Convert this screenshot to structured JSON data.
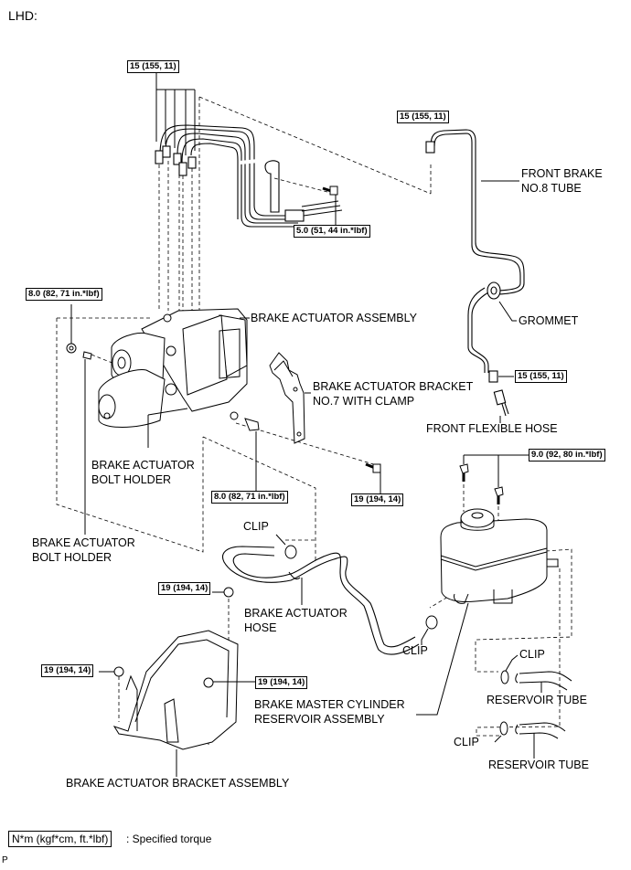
{
  "header": {
    "title": "LHD:"
  },
  "torque_specs": {
    "tube_union_top_left": "15 (155, 11)",
    "tube_union_top_right": "15 (155, 11)",
    "tube_clamp_bolt": "5.0 (51, 44 in.*lbf)",
    "bolt_holder_left": "8.0 (82, 71 in.*lbf)",
    "flexible_hose_union": "15 (155, 11)",
    "reservoir_bolts": "9.0 (92, 80 in.*lbf)",
    "bracket_no7_bolt": "19 (194, 14)",
    "bolt_holder_lower": "8.0 (82, 71 in.*lbf)",
    "bracket_nut_top": "19 (194, 14)",
    "bracket_nut_left": "19 (194, 14)",
    "bracket_nut_right": "19 (194, 14)"
  },
  "parts": {
    "front_brake_tube": "FRONT BRAKE\nNO.8 TUBE",
    "front_brake_tube_line1": "FRONT BRAKE",
    "front_brake_tube_line2": "NO.8 TUBE",
    "grommet": "GROMMET",
    "brake_actuator_assembly": "BRAKE ACTUATOR ASSEMBLY",
    "bracket_no7_line1": "BRAKE ACTUATOR BRACKET",
    "bracket_no7_line2": "NO.7 WITH CLAMP",
    "front_flexible_hose": "FRONT FLEXIBLE HOSE",
    "bolt_holder_center_line1": "BRAKE ACTUATOR",
    "bolt_holder_center_line2": "BOLT HOLDER",
    "bolt_holder_left_line1": "BRAKE ACTUATOR",
    "bolt_holder_left_line2": "BOLT HOLDER",
    "clip_top": "CLIP",
    "actuator_hose_line1": "BRAKE ACTUATOR",
    "actuator_hose_line2": "HOSE",
    "clip_mid": "CLIP",
    "clip_reservoir_upper": "CLIP",
    "reservoir_tube_upper": "RESERVOIR TUBE",
    "clip_reservoir_lower": "CLIP",
    "reservoir_tube_lower": "RESERVOIR TUBE",
    "master_cyl_line1": "BRAKE MASTER CYLINDER",
    "master_cyl_line2": "RESERVOIR ASSEMBLY",
    "bracket_assembly": "BRAKE ACTUATOR BRACKET ASSEMBLY"
  },
  "legend": {
    "unit_box": "N*m (kgf*cm, ft.*lbf)",
    "description": ": Specified torque"
  },
  "footer_mark": "P"
}
